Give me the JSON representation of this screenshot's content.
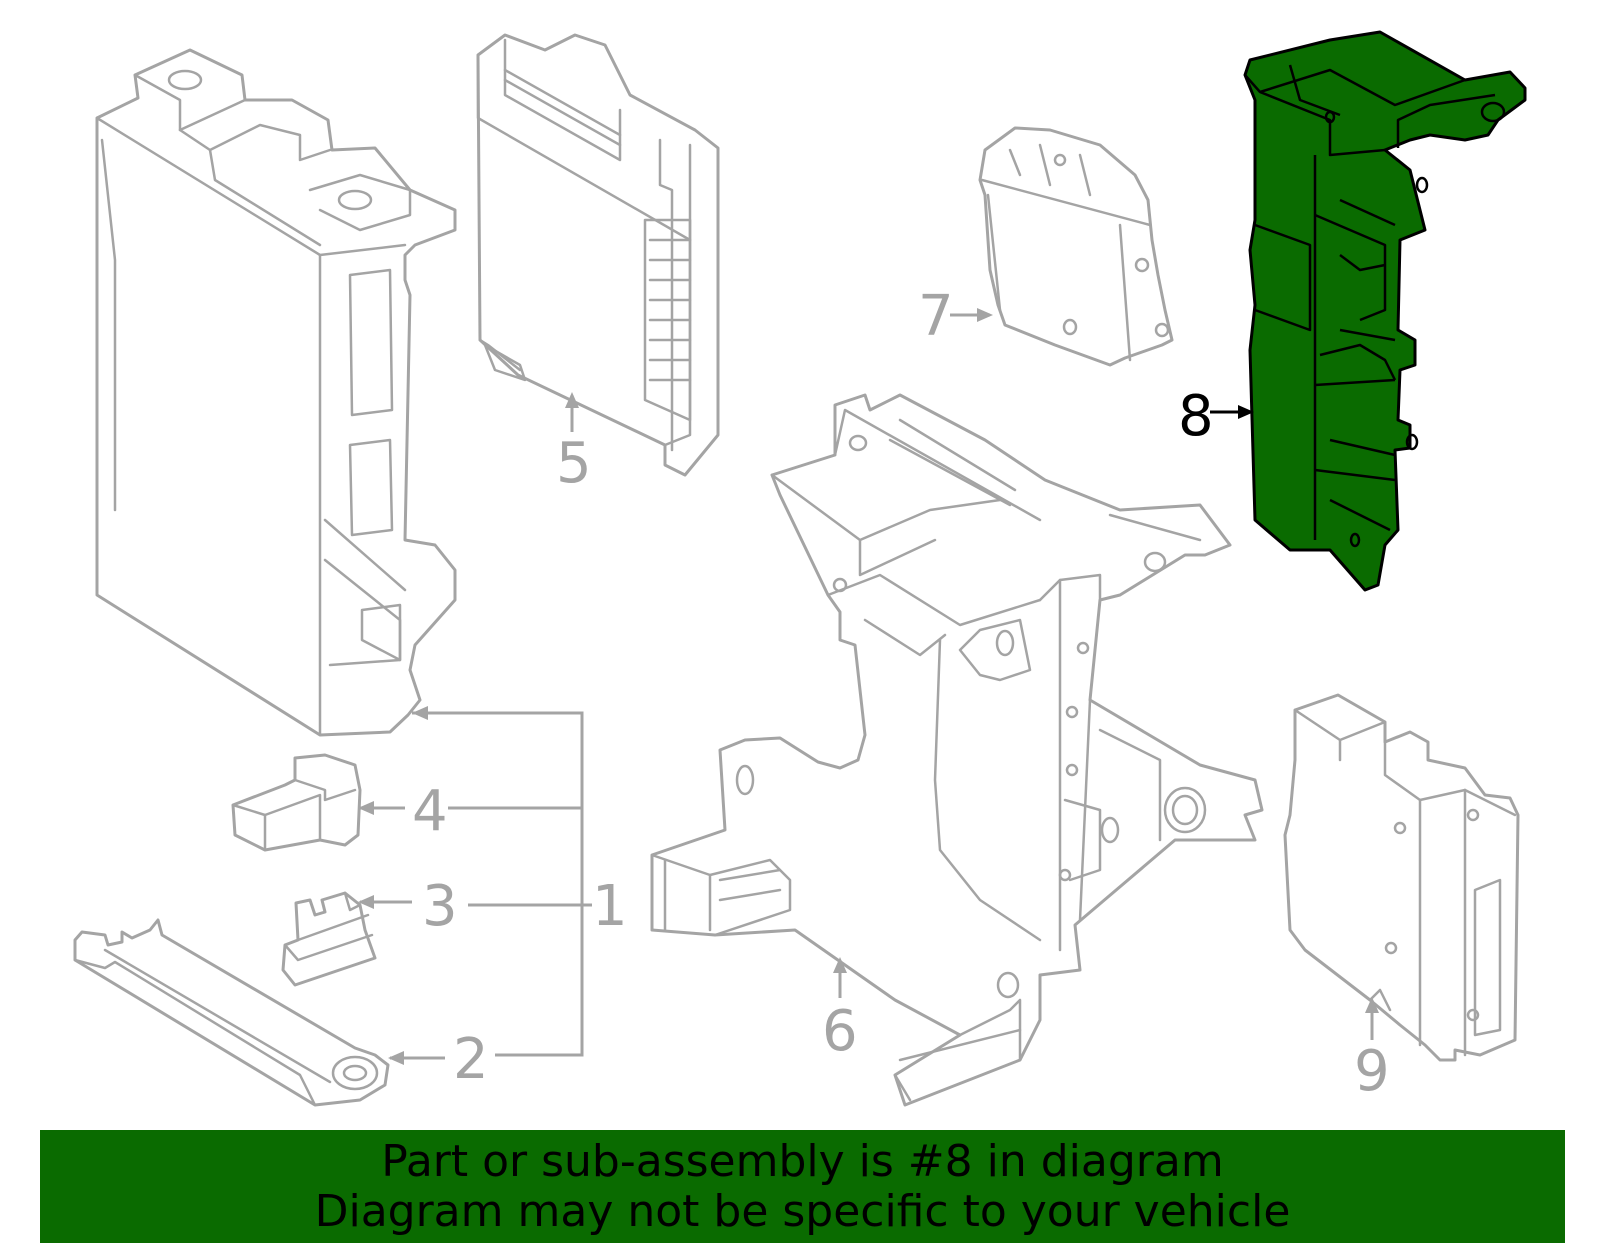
{
  "callouts": [
    {
      "id": "1",
      "label": "1"
    },
    {
      "id": "2",
      "label": "2"
    },
    {
      "id": "3",
      "label": "3"
    },
    {
      "id": "4",
      "label": "4"
    },
    {
      "id": "5",
      "label": "5"
    },
    {
      "id": "6",
      "label": "6"
    },
    {
      "id": "7",
      "label": "7"
    },
    {
      "id": "8",
      "label": "8"
    },
    {
      "id": "9",
      "label": "9"
    }
  ],
  "highlighted_part": "8",
  "colors": {
    "highlight": "#0a6b00",
    "line": "#a4a4a4",
    "banner": "#0a6b00"
  },
  "banner": {
    "line1": "Part or sub-assembly is #8 in diagram",
    "line2": "Diagram may not be specific to your vehicle"
  }
}
